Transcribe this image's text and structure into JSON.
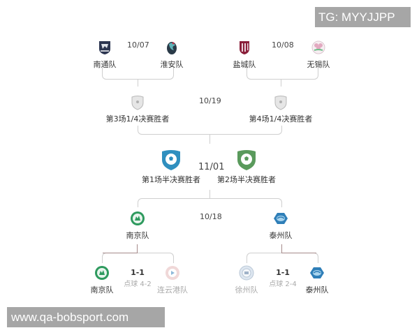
{
  "watermark_top": "TG: MYYJJPP",
  "watermark_bottom": "www.qa-bobsport.com",
  "quarterfinals_top": [
    {
      "date": "10/07",
      "home": {
        "name": "南通队",
        "logo": "nantong-crest-icon",
        "color": "#2b3550"
      },
      "away": {
        "name": "淮安队",
        "logo": "huaian-crest-icon",
        "color": "#2a3a48"
      }
    },
    {
      "date": "10/08",
      "home": {
        "name": "盐城队",
        "logo": "yancheng-crest-icon",
        "color": "#8a1f3a"
      },
      "away": {
        "name": "无锡队",
        "logo": "wuxi-crest-icon",
        "color": "#d9a0b8"
      }
    }
  ],
  "semifinal_top": {
    "date": "10/19",
    "left": {
      "name": "第3场1/4决赛胜者",
      "logo": "shield-placeholder-icon"
    },
    "right": {
      "name": "第4场1/4决赛胜者",
      "logo": "shield-placeholder-icon"
    }
  },
  "final": {
    "date": "11/01",
    "left": {
      "name": "第1场半决赛胜者",
      "logo": "soccer-shield-icon",
      "color": "#2f8fbf"
    },
    "right": {
      "name": "第2场半决赛胜者",
      "logo": "soccer-shield-icon",
      "color": "#5a9a5c"
    }
  },
  "semifinal_bottom": {
    "date": "10/18",
    "left": {
      "name": "南京队",
      "logo": "nanjing-crest-icon",
      "color": "#2e9a5e"
    },
    "right": {
      "name": "泰州队",
      "logo": "taizhou-crest-icon",
      "color": "#2f7fb8"
    }
  },
  "quarterfinals_bottom": [
    {
      "score": "1-1",
      "penalties": "点球 4-2",
      "home": {
        "name": "南京队",
        "logo": "nanjing-crest-icon",
        "winner": true
      },
      "away": {
        "name": "连云港队",
        "logo": "lianyungang-crest-icon",
        "winner": false
      }
    },
    {
      "score": "1-1",
      "penalties": "点球 2-4",
      "home": {
        "name": "徐州队",
        "logo": "xuzhou-crest-icon",
        "winner": false
      },
      "away": {
        "name": "泰州队",
        "logo": "taizhou-crest-icon",
        "winner": true
      }
    }
  ]
}
